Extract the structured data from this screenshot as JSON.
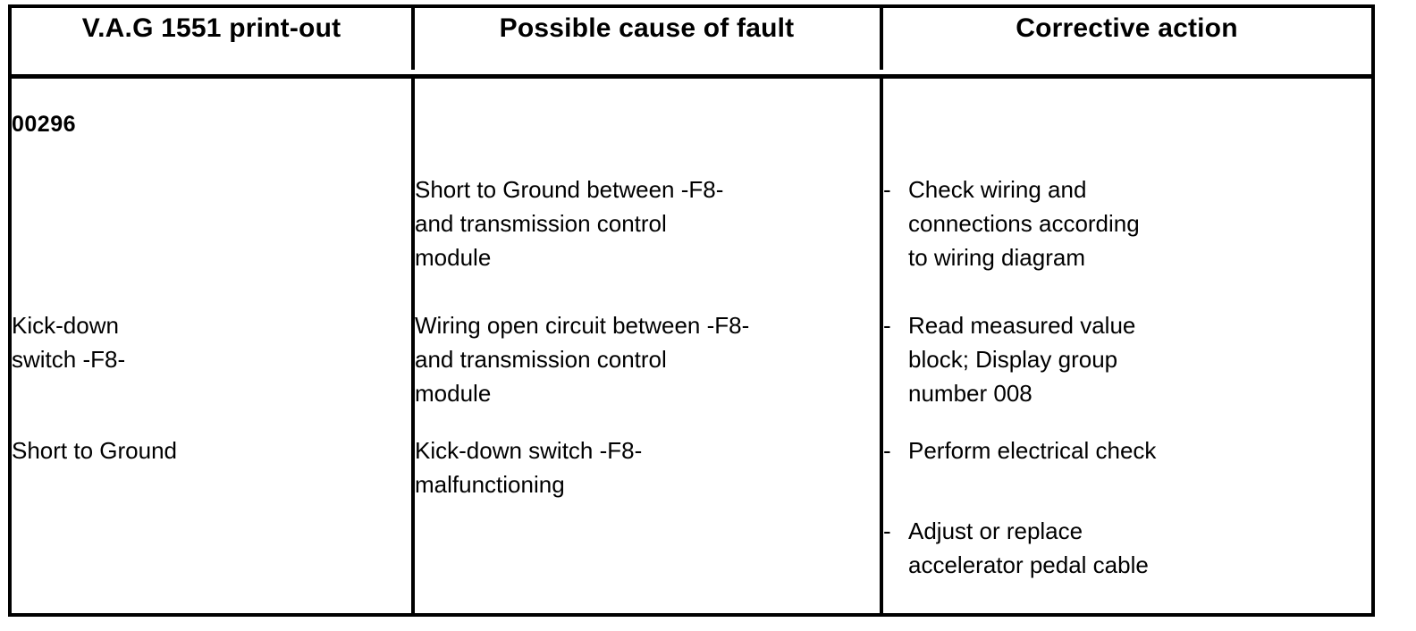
{
  "table": {
    "headers": [
      {
        "label": "V.A.G 1551 print-out"
      },
      {
        "label": "Possible cause of fault"
      },
      {
        "label": "Corrective action"
      }
    ],
    "printout_column": {
      "fault_code": "00296",
      "entries": [
        {
          "lines": [
            "Kick-down",
            "switch -F8-"
          ]
        },
        {
          "lines": [
            "Short to Ground"
          ]
        }
      ]
    },
    "cause_column": {
      "entries": [
        {
          "lines": [
            "Short to Ground between -F8-",
            "and transmission control",
            "module"
          ]
        },
        {
          "lines": [
            "Wiring open circuit between -F8-",
            "and transmission control",
            "module"
          ]
        },
        {
          "lines": [
            "Kick-down switch -F8-",
            "malfunctioning"
          ]
        }
      ]
    },
    "action_column": {
      "bullet": "-",
      "entries": [
        {
          "lines": [
            "Check wiring and",
            "connections according",
            "to wiring diagram"
          ]
        },
        {
          "lines": [
            "Read measured value",
            "block; Display group",
            "number 008"
          ]
        },
        {
          "lines": [
            "Perform electrical check"
          ]
        },
        {
          "lines": [
            "Adjust or replace",
            "accelerator pedal cable"
          ]
        }
      ]
    },
    "colors": {
      "border": "#000000",
      "text": "#000000",
      "background": "#ffffff"
    }
  }
}
